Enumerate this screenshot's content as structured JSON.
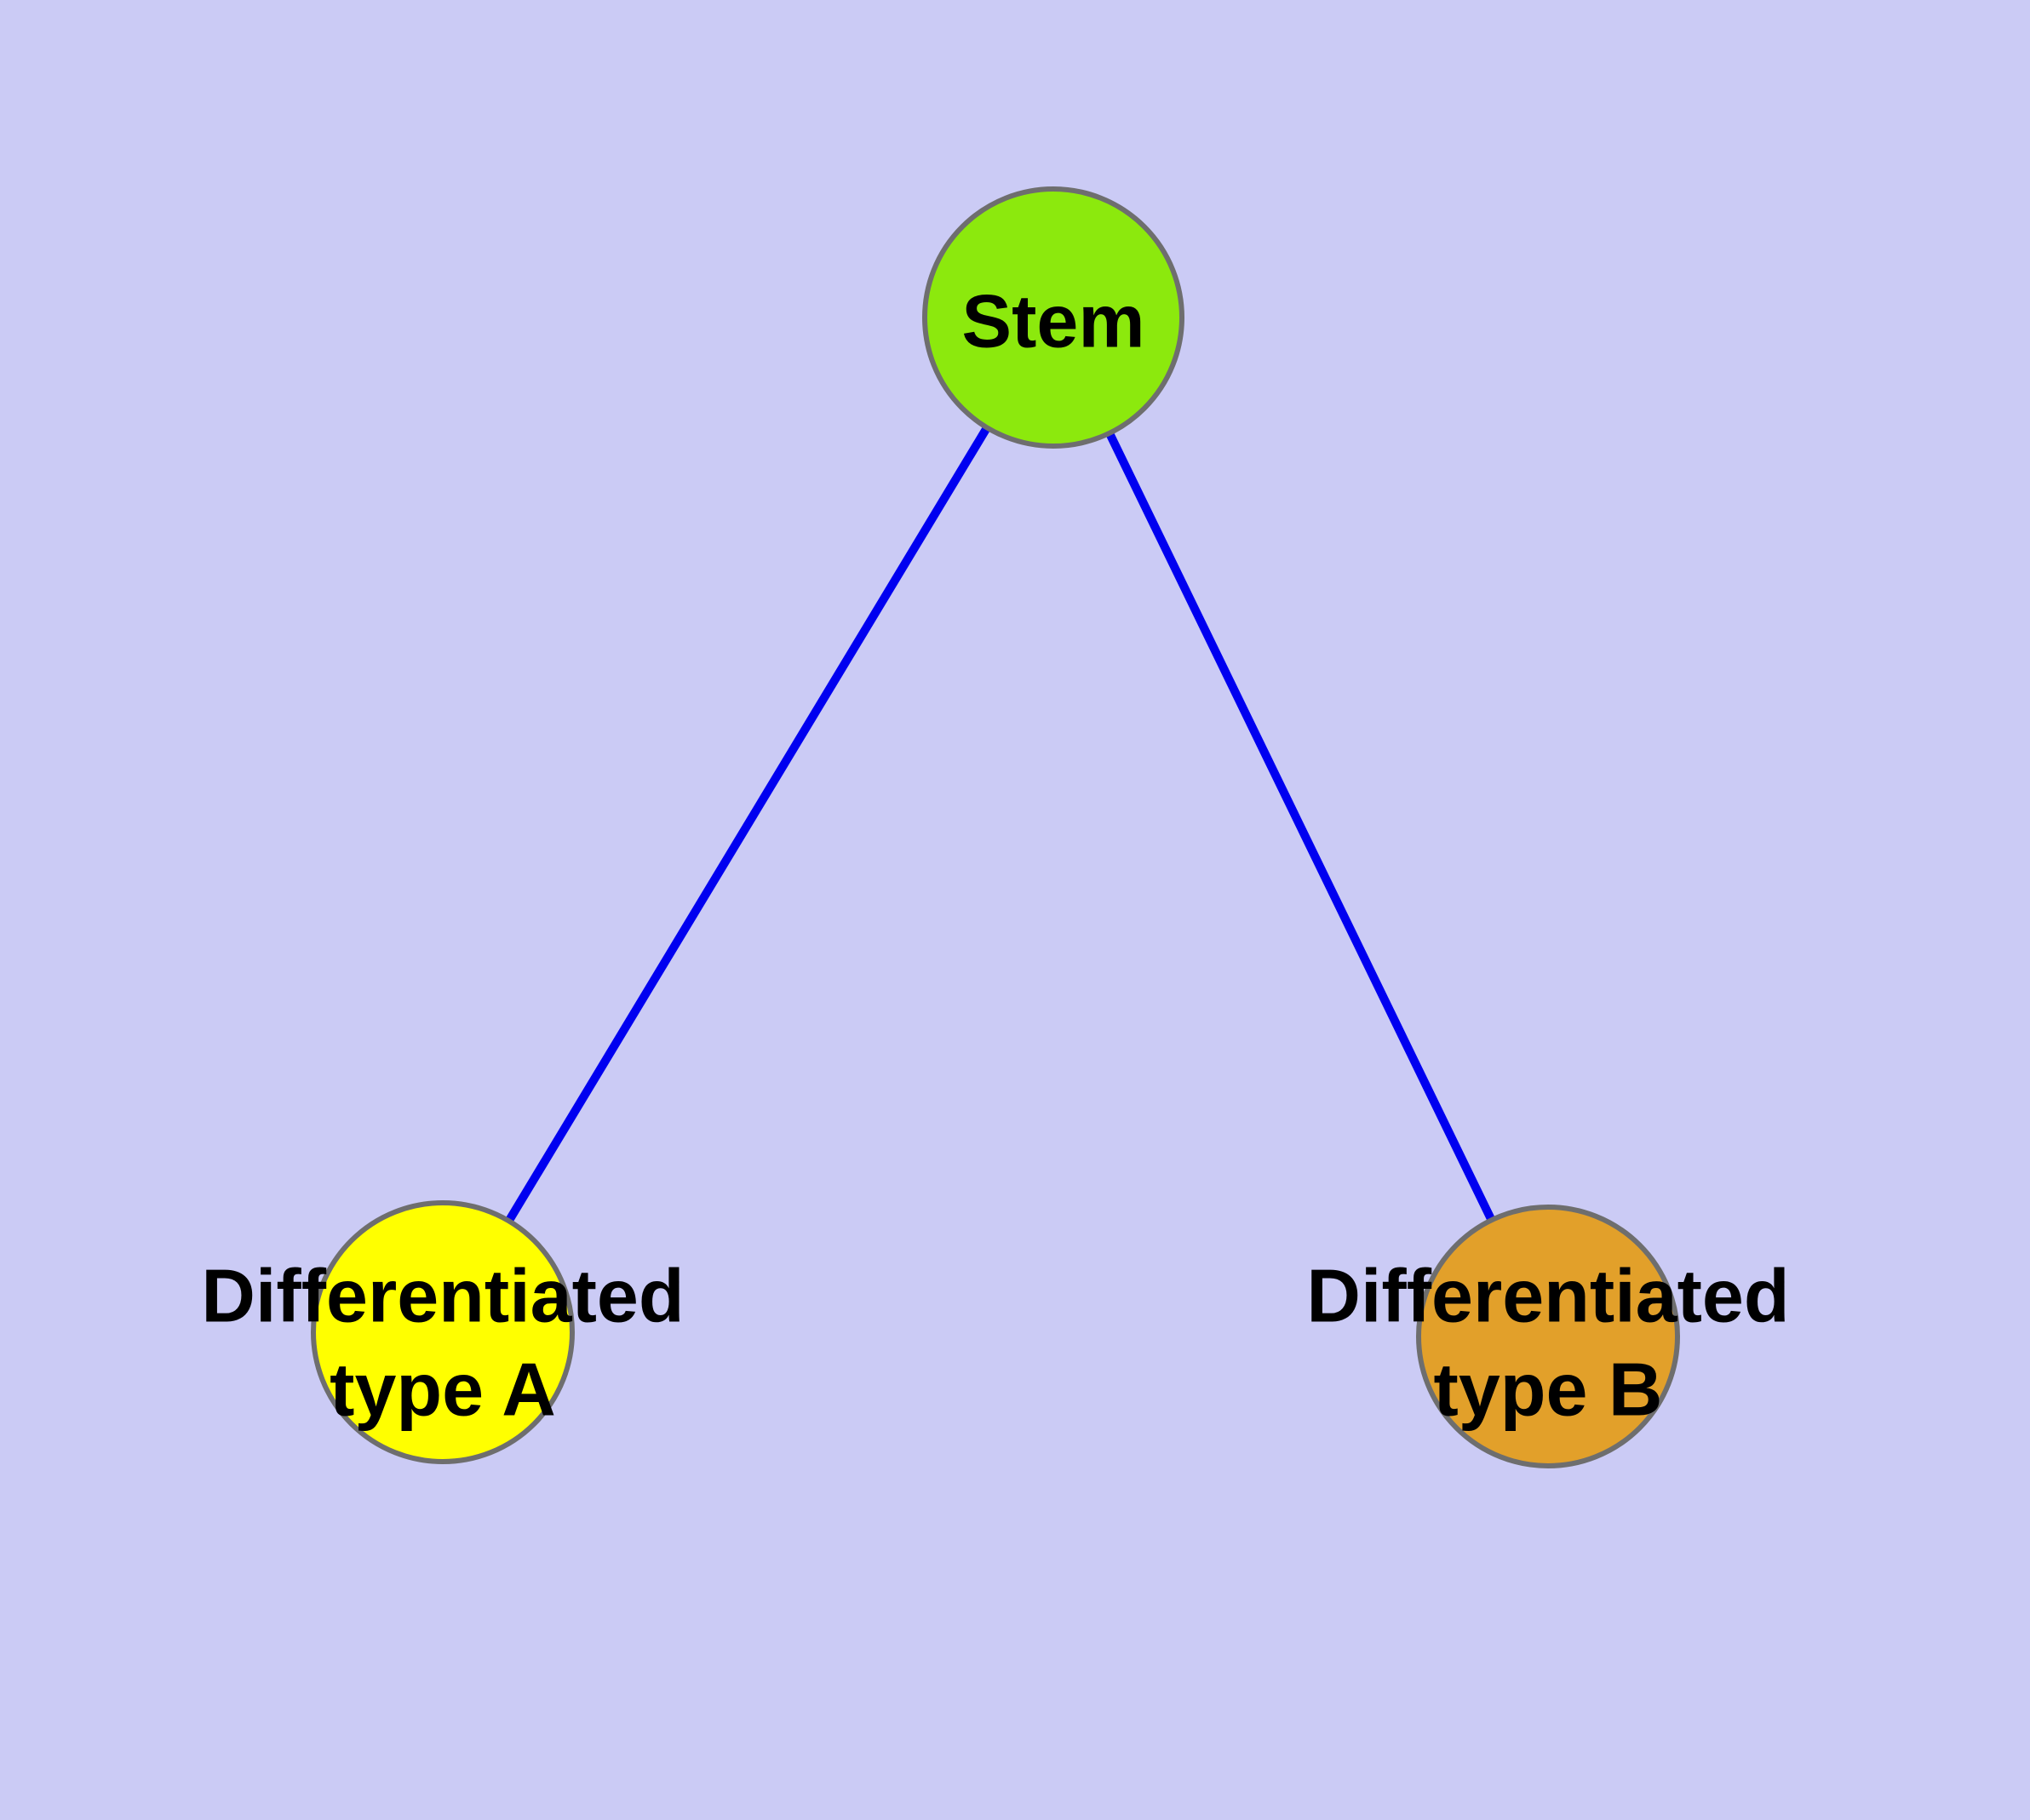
{
  "diagram": {
    "type": "node-link-graph",
    "background_color": "#CBCBF5",
    "edge_color": "#0000F0",
    "node_border_color": "#6E6E6E",
    "label_color": "#000000",
    "nodes": [
      {
        "id": "stem",
        "label": "Stem",
        "fill": "#8CE90D",
        "shape": "circle"
      },
      {
        "id": "type-a",
        "label": "Differentiated type A",
        "label_line1": "Differentiated",
        "label_line2": "type A",
        "fill": "#FFFF00",
        "shape": "circle"
      },
      {
        "id": "type-b",
        "label": "Differentiated type B",
        "label_line1": "Differentiated",
        "label_line2": "type B",
        "fill": "#E2A02A",
        "shape": "circle"
      }
    ],
    "edges": [
      {
        "from": "Stem",
        "to": "Differentiated type A"
      },
      {
        "from": "Stem",
        "to": "Differentiated type B"
      }
    ]
  }
}
